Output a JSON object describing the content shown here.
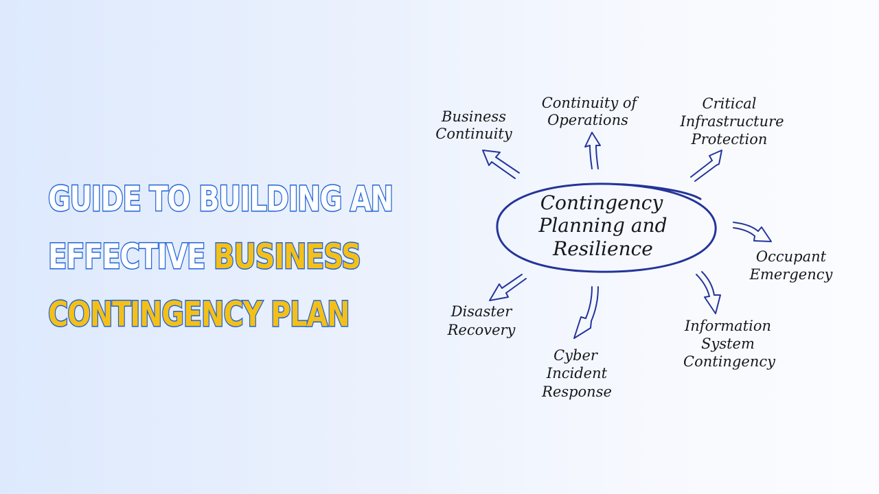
{
  "headline": {
    "line1": "Guide to Building an",
    "line2_plain": "Effective ",
    "line2_highlight": "Business",
    "line3_highlight": "Contingency Plan"
  },
  "diagram": {
    "center": {
      "line1": "Contingency",
      "line2": "Planning and",
      "line3": "Resilience"
    },
    "nodes": [
      {
        "id": "business-continuity",
        "lines": [
          "Business",
          "Continuity"
        ]
      },
      {
        "id": "continuity-of-operations",
        "lines": [
          "Continuity of",
          "Operations"
        ]
      },
      {
        "id": "critical-infrastructure-protection",
        "lines": [
          "Critical",
          "Infrastructure",
          "Protection"
        ]
      },
      {
        "id": "occupant-emergency",
        "lines": [
          "Occupant",
          "Emergency"
        ]
      },
      {
        "id": "information-system-contingency",
        "lines": [
          "Information",
          "System",
          "Contingency"
        ]
      },
      {
        "id": "cyber-incident-response",
        "lines": [
          "Cyber",
          "Incident",
          "Response"
        ]
      },
      {
        "id": "disaster-recovery",
        "lines": [
          "Disaster",
          "Recovery"
        ]
      }
    ]
  },
  "colors": {
    "headline_outline": "#1f62d6",
    "headline_fill": "#ffffff",
    "headline_highlight": "#f4c018",
    "diagram_ink": "#24349a",
    "text_ink": "#15171c"
  }
}
